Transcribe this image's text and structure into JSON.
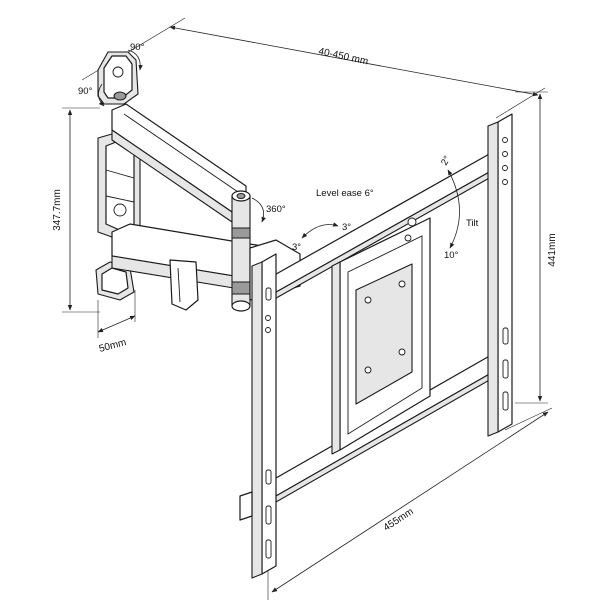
{
  "labels": {
    "width_range": "40-450 mm",
    "height_arm": "347.7mm",
    "depth_base": "50mm",
    "height_plate": "441mm",
    "width_plate": "455mm",
    "wall_rot_top": "90°",
    "wall_rot_side": "90°",
    "arm_rot": "360°",
    "level_ease": "Level ease 6°",
    "level_left": "3°",
    "level_right": "3°",
    "tilt": "Tilt",
    "tilt_up": "2°",
    "tilt_down": "10°"
  },
  "colors": {
    "line": "#1a1a1a",
    "shade": "#e6e6e6",
    "background": "#ffffff"
  },
  "icons": {
    "rotation_arrow": "curved-arrow"
  }
}
